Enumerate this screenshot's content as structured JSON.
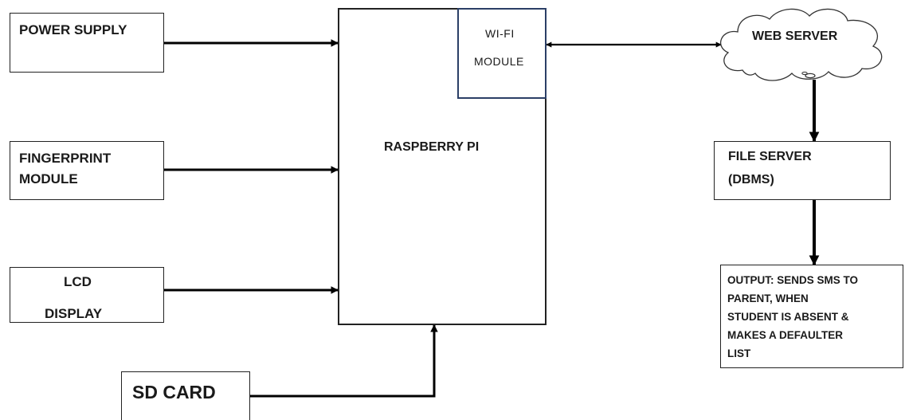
{
  "diagram": {
    "power_supply": "POWER SUPPLY",
    "fingerprint_module": [
      "FINGERPRINT",
      "MODULE"
    ],
    "lcd_display": [
      "LCD",
      "DISPLAY"
    ],
    "sd_card": "SD CARD",
    "raspberry_pi": "RASPBERRY PI",
    "wifi_module": [
      "WI-FI",
      "MODULE"
    ],
    "web_server": "WEB SERVER",
    "file_server": [
      "FILE SERVER",
      "(DBMS)"
    ],
    "output": [
      "OUTPUT: SENDS SMS TO",
      "PARENT, WHEN",
      "STUDENT IS ABSENT &",
      "MAKES A DEFAULTER",
      "LIST"
    ]
  },
  "colors": {
    "line": "#000000",
    "box_border": "#222222",
    "wifi_border": "#2b3f66",
    "cloud_border": "#333333"
  }
}
